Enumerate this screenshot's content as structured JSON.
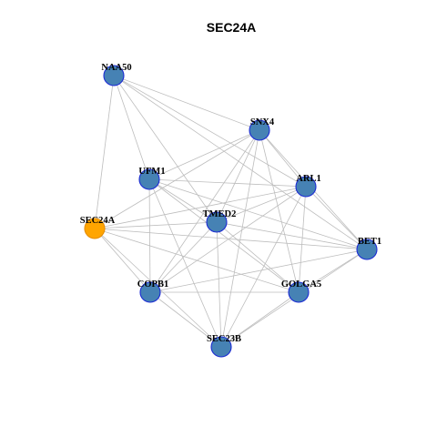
{
  "title": "SEC24A",
  "colors": {
    "background": "#ffffff",
    "edge": "#bdbdbd",
    "node_fill": "#4682b4",
    "node_stroke": "#1c2bd4",
    "highlight_fill": "#ffa500",
    "highlight_stroke": "#e58c00"
  },
  "nodes": [
    {
      "id": "NAA50",
      "label": "NAA50",
      "highlight": false
    },
    {
      "id": "SNX4",
      "label": "SNX4",
      "highlight": false
    },
    {
      "id": "UFM1",
      "label": "UFM1",
      "highlight": false
    },
    {
      "id": "ARL1",
      "label": "ARL1",
      "highlight": false
    },
    {
      "id": "SEC24A",
      "label": "SEC24A",
      "highlight": true
    },
    {
      "id": "TMED2",
      "label": "TMED2",
      "highlight": false
    },
    {
      "id": "BET1",
      "label": "BET1",
      "highlight": false
    },
    {
      "id": "COPB1",
      "label": "COPB1",
      "highlight": false
    },
    {
      "id": "GOLGA5",
      "label": "GOLGA5",
      "highlight": false
    },
    {
      "id": "SEC23B",
      "label": "SEC23B",
      "highlight": false
    }
  ],
  "edges": [
    [
      "NAA50",
      "SNX4"
    ],
    [
      "NAA50",
      "ARL1"
    ],
    [
      "NAA50",
      "UFM1"
    ],
    [
      "NAA50",
      "SEC24A"
    ],
    [
      "NAA50",
      "TMED2"
    ],
    [
      "NAA50",
      "BET1"
    ],
    [
      "SNX4",
      "UFM1"
    ],
    [
      "SNX4",
      "SEC24A"
    ],
    [
      "SNX4",
      "ARL1"
    ],
    [
      "SNX4",
      "TMED2"
    ],
    [
      "SNX4",
      "BET1"
    ],
    [
      "SNX4",
      "COPB1"
    ],
    [
      "SNX4",
      "GOLGA5"
    ],
    [
      "SNX4",
      "SEC23B"
    ],
    [
      "UFM1",
      "ARL1"
    ],
    [
      "UFM1",
      "TMED2"
    ],
    [
      "UFM1",
      "BET1"
    ],
    [
      "UFM1",
      "COPB1"
    ],
    [
      "UFM1",
      "GOLGA5"
    ],
    [
      "UFM1",
      "SEC23B"
    ],
    [
      "ARL1",
      "SEC24A"
    ],
    [
      "ARL1",
      "TMED2"
    ],
    [
      "ARL1",
      "BET1"
    ],
    [
      "ARL1",
      "COPB1"
    ],
    [
      "ARL1",
      "GOLGA5"
    ],
    [
      "ARL1",
      "SEC23B"
    ],
    [
      "SEC24A",
      "TMED2"
    ],
    [
      "SEC24A",
      "BET1"
    ],
    [
      "SEC24A",
      "COPB1"
    ],
    [
      "SEC24A",
      "GOLGA5"
    ],
    [
      "SEC24A",
      "SEC23B"
    ],
    [
      "TMED2",
      "BET1"
    ],
    [
      "TMED2",
      "COPB1"
    ],
    [
      "TMED2",
      "GOLGA5"
    ],
    [
      "TMED2",
      "SEC23B"
    ],
    [
      "BET1",
      "COPB1"
    ],
    [
      "BET1",
      "GOLGA5"
    ],
    [
      "BET1",
      "SEC23B"
    ],
    [
      "COPB1",
      "GOLGA5"
    ],
    [
      "COPB1",
      "SEC23B"
    ],
    [
      "GOLGA5",
      "SEC23B"
    ]
  ]
}
